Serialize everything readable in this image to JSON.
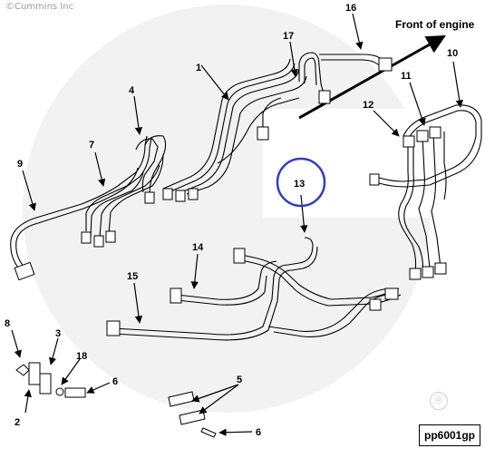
{
  "copyright": "©Cummins Inc",
  "heading": "Front of engine",
  "figure_code": "pp6001gp",
  "registered_mark": "®",
  "callouts": {
    "c1": "1",
    "c2": "2",
    "c3": "3",
    "c4": "4",
    "c5": "5",
    "c6a": "6",
    "c6b": "6",
    "c7": "7",
    "c8": "8",
    "c9": "9",
    "c10": "10",
    "c11": "11",
    "c12": "12",
    "c13": "13",
    "c14": "14",
    "c15": "15",
    "c16": "16",
    "c17": "17",
    "c18": "18"
  },
  "colors": {
    "highlight": "#2f3fbf",
    "watermark": "#f1f1f1",
    "line": "#000000"
  }
}
